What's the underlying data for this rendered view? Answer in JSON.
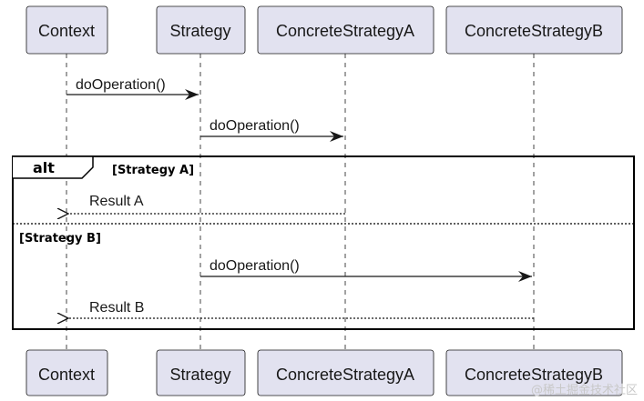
{
  "participants": [
    {
      "id": "context",
      "label": "Context"
    },
    {
      "id": "strategy",
      "label": "Strategy"
    },
    {
      "id": "concrete_a",
      "label": "ConcreteStrategyA"
    },
    {
      "id": "concrete_b",
      "label": "ConcreteStrategyB"
    }
  ],
  "messages": {
    "m1": "doOperation()",
    "m2": "doOperation()",
    "m3": "Result A",
    "m4": "doOperation()",
    "m5": "Result B"
  },
  "fragment": {
    "keyword": "alt",
    "guard1": "[Strategy A]",
    "guard2": "[Strategy B]"
  },
  "watermark": "@稀土掘金技术社区"
}
